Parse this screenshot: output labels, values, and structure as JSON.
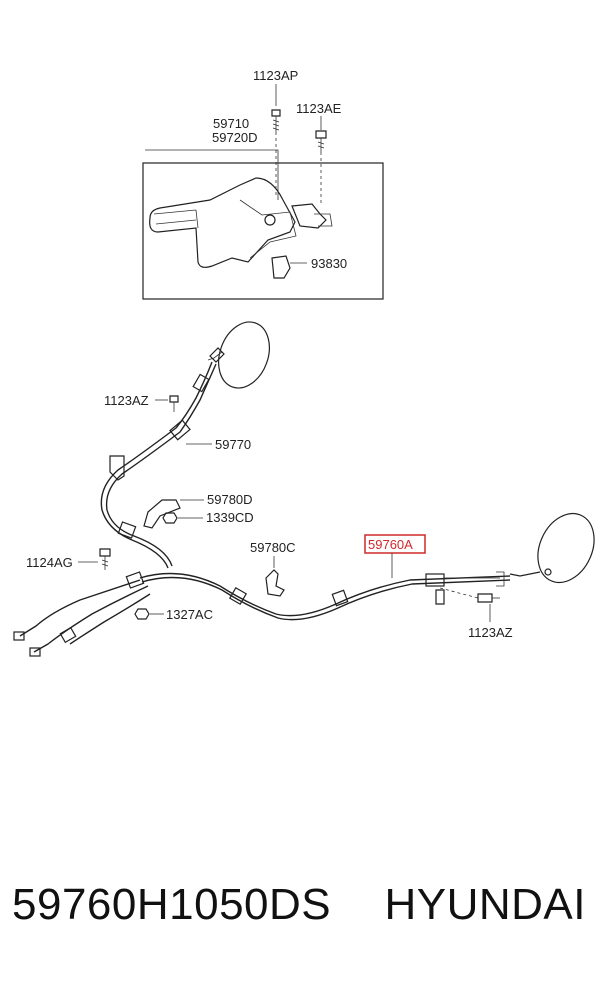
{
  "diagram": {
    "labels": {
      "l_1123ap": "1123AP",
      "l_1123ae": "1123AE",
      "l_59710": "59710",
      "l_59720d": "59720D",
      "l_93830": "93830",
      "l_1123az_a": "1123AZ",
      "l_59770": "59770",
      "l_59780d": "59780D",
      "l_1339cd": "1339CD",
      "l_59780c": "59780C",
      "l_1124ag": "1124AG",
      "l_1327ac": "1327AC",
      "l_59760a": "59760A",
      "l_1123az_b": "1123AZ"
    },
    "highlight_color": "#d0282a"
  },
  "footer": {
    "part_number": "59760H1050DS",
    "brand": "HYUNDAI"
  }
}
